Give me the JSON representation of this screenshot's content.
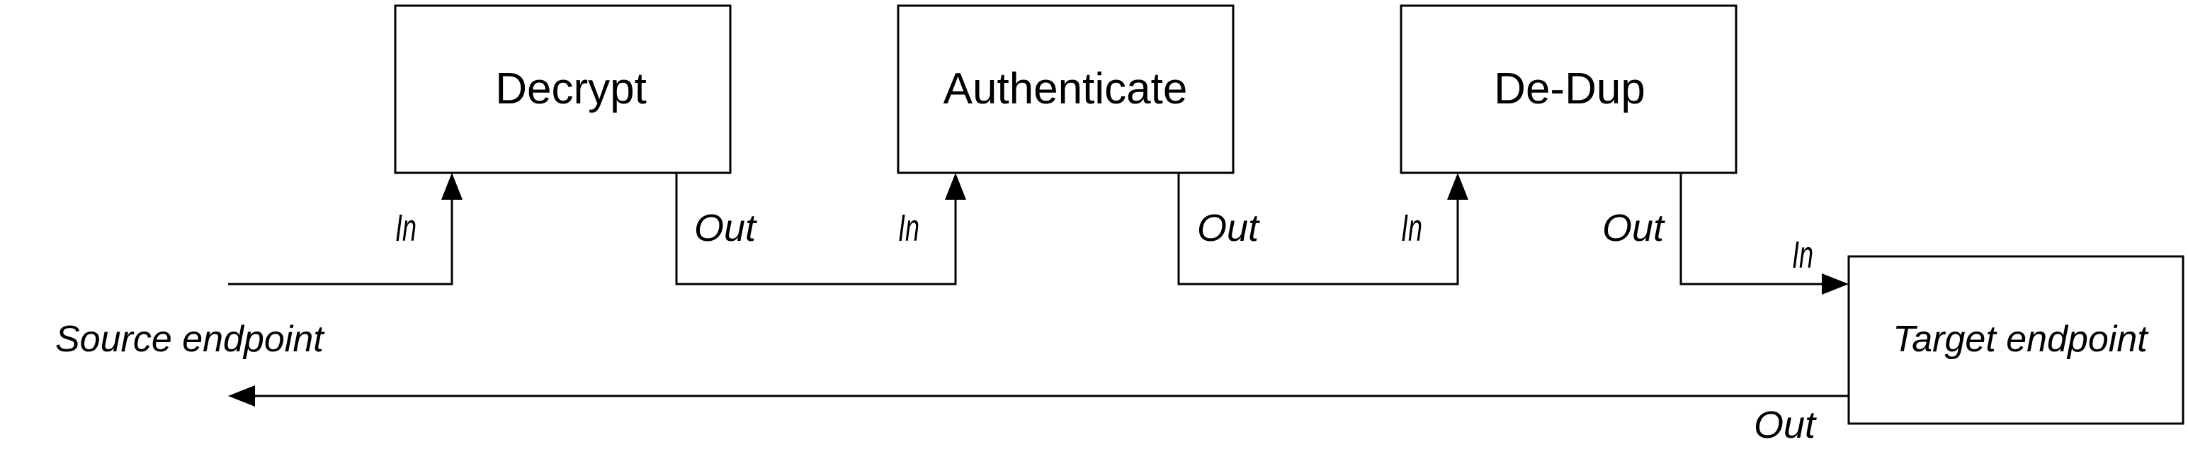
{
  "stages": [
    {
      "label": "Decrypt"
    },
    {
      "label": "Authenticate"
    },
    {
      "label": "De-Dup"
    }
  ],
  "ports": {
    "in_label": "In",
    "out_label": "Out"
  },
  "endpoints": {
    "source_label": "Source endpoint",
    "target_label": "Target endpoint"
  },
  "colors": {
    "stroke": "#000000",
    "background": "#ffffff"
  }
}
